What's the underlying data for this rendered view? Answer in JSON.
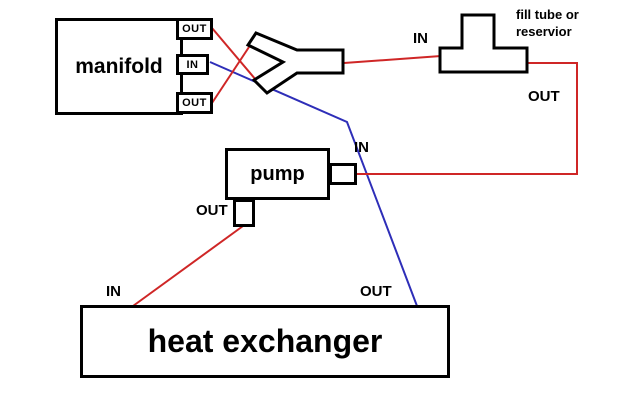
{
  "colors": {
    "red": "#cf2626",
    "blue": "#2e2eb8",
    "outline": "#000000"
  },
  "nodes": {
    "manifold": {
      "label": "manifold",
      "port_out_top": "OUT",
      "port_in": "IN",
      "port_out_bottom": "OUT"
    },
    "fill_tube": {
      "label_lines": [
        "fill tube or",
        "reservior"
      ],
      "in_label": "IN",
      "out_label": "OUT"
    },
    "pump": {
      "label": "pump",
      "in_label": "IN",
      "out_label": "OUT"
    },
    "heat_exchanger": {
      "label": "heat exchanger",
      "in_label": "IN",
      "out_label": "OUT"
    }
  },
  "connections": [
    {
      "from": "manifold OUT (top)",
      "to": "y-splitter",
      "color": "red"
    },
    {
      "from": "manifold OUT (bottom)",
      "to": "y-splitter",
      "color": "red"
    },
    {
      "from": "y-splitter",
      "to": "fill tube IN",
      "color": "red"
    },
    {
      "from": "fill tube OUT",
      "to": "pump IN",
      "color": "red"
    },
    {
      "from": "pump OUT",
      "to": "heat exchanger IN",
      "color": "red"
    },
    {
      "from": "heat exchanger OUT",
      "to": "manifold IN",
      "color": "blue"
    }
  ]
}
